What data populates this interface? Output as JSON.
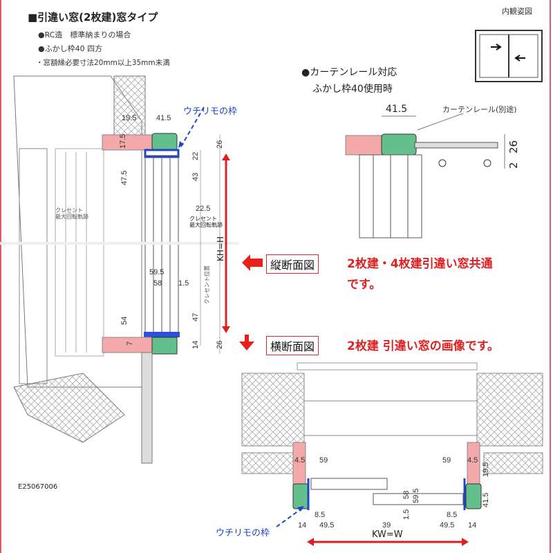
{
  "header": {
    "title": "■引違い窓(2枚建)窓タイプ",
    "notes": [
      "●RC造　標準納まりの場合",
      "●ふかし枠40 四方",
      "・窓額縁必要寸法20mm以上35mm未満"
    ],
    "interior_view_label": "内観姿図"
  },
  "curtain_detail": {
    "title_line1": "●カーテンレール対応",
    "title_line2": "ふかし枠40使用時",
    "dim_width": "41.5",
    "rail_label": "カーテンレール(別途)",
    "dim_26": "26",
    "dim_2": "2"
  },
  "vertical_section": {
    "label": "縦断面図",
    "note_line1": "2枚建・4枚建引違い窓共通",
    "note_line2": "です。",
    "frame_label": "ウチリモの枠",
    "dims": {
      "d19_5": "19.5",
      "d41_5": "41.5",
      "d17_5": "17.5",
      "d26_top": "26",
      "d22": "22",
      "d47_5": "47.5",
      "d43": "43",
      "d22_5": "22.5",
      "d59_5": "59.5",
      "d58": "58",
      "d1_5": "1.5",
      "d54": "54",
      "d47": "47",
      "d7": "7",
      "d14": "14",
      "d26_bottom": "26",
      "kh": "KH=H"
    },
    "crescent_label_1": "クレセント",
    "crescent_label_2": "最大回転軌跡",
    "crescent_position": "クレセント位置",
    "drawing_code": "E25067006"
  },
  "horizontal_section": {
    "label": "横断面図",
    "note": "2枚建 引違い窓の画像です。",
    "frame_label": "ウチリモの枠",
    "dims": {
      "d4_5_left": "4.5",
      "d4_5_right": "4.5",
      "d59_left": "59",
      "d59_right": "59",
      "d19_5": "19.5",
      "d41_5": "41.5",
      "d58": "58",
      "d59_5": "59.5",
      "d1_5": "1.5",
      "d8_5_left": "8.5",
      "d8_5_right": "8.5",
      "d14_left": "14",
      "d14_right": "14",
      "d49_5_left": "49.5",
      "d49_5_right": "49.5",
      "d39": "39",
      "kw": "KW=W"
    }
  },
  "colors": {
    "accent_red": "#e02020",
    "frame_green": "#5fc08a",
    "frame_pink": "#f2a0a0",
    "blue": "#1f45c8"
  }
}
